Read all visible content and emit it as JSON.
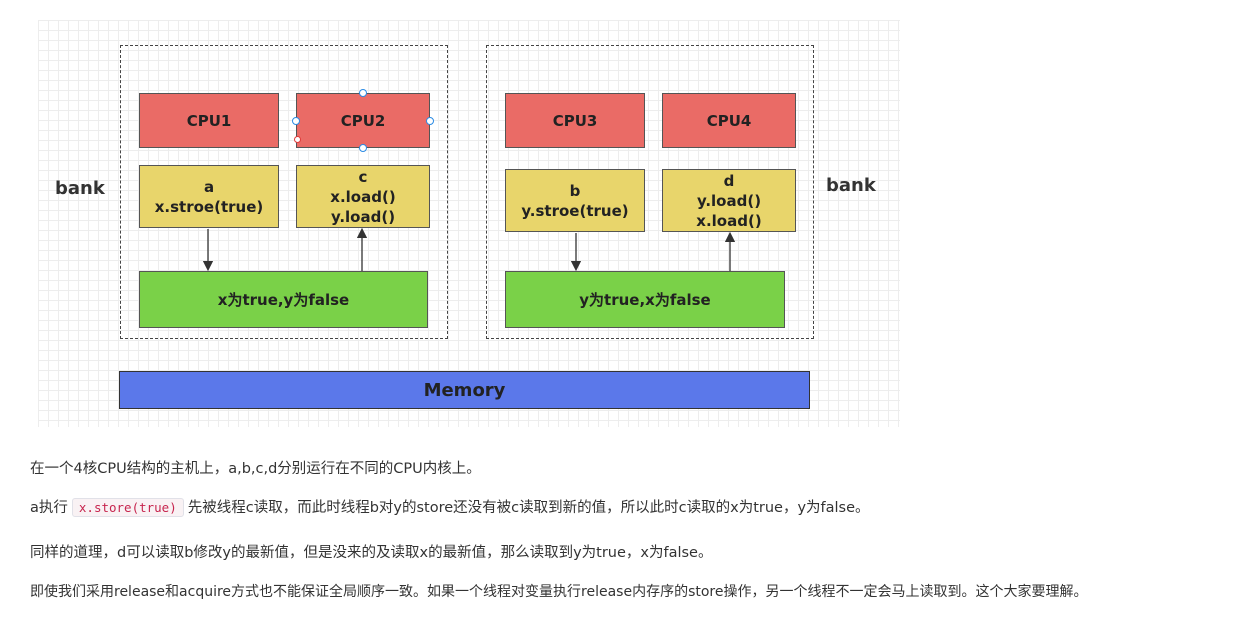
{
  "diagram": {
    "bank_left_label": "bank",
    "bank_right_label": "bank",
    "cpu1": "CPU1",
    "cpu2": "CPU2",
    "cpu3": "CPU3",
    "cpu4": "CPU4",
    "thread_a": {
      "name": "a",
      "op": "x.stroe(true)"
    },
    "thread_c": {
      "name": "c",
      "op1": "x.load()",
      "op2": "y.load()"
    },
    "thread_b": {
      "name": "b",
      "op": "y.stroe(true)"
    },
    "thread_d": {
      "name": "d",
      "op1": "y.load()",
      "op2": "x.load()"
    },
    "cache_left": "x为true,y为false",
    "cache_right": "y为true,x为false",
    "memory": "Memory",
    "colors": {
      "cpu": "#ea6b66",
      "thread": "#e8d56b",
      "cache": "#7ad148",
      "memory": "#5b78ea"
    }
  },
  "text": {
    "p1": "在一个4核CPU结构的主机上，a,b,c,d分别运行在不同的CPU内核上。",
    "p2_before": "a执行",
    "p2_code": "x.store(true)",
    "p2_after": "先被线程c读取，而此时线程b对y的store还没有被c读取到新的值，所以此时c读取的x为true，y为false。",
    "p3": "同样的道理，d可以读取b修改y的最新值，但是没来的及读取x的最新值，那么读取到y为true，x为false。",
    "p4": "即使我们采用release和acquire方式也不能保证全局顺序一致。如果一个线程对变量执行release内存序的store操作，另一个线程不一定会马上读取到。这个大家要理解。"
  }
}
